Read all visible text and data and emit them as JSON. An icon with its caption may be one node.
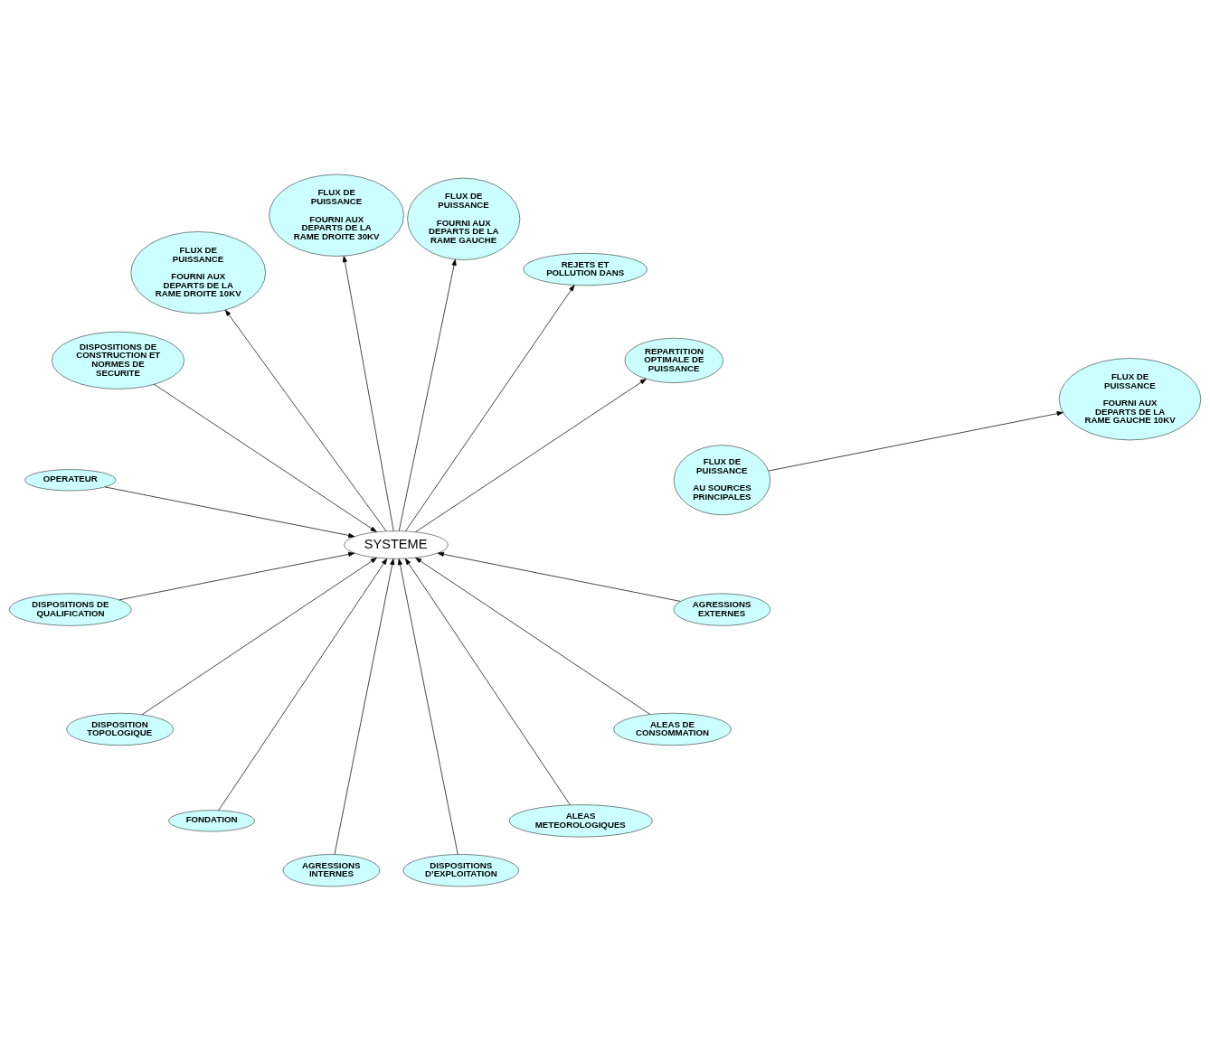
{
  "diagram": {
    "nodes": [
      {
        "text": [
          "DISPOSITIONS DE CONSTRUCTION ET NORMES DE SECURITE"
        ]
      },
      {
        "text": [
          "OPERATEUR"
        ]
      },
      {
        "text": [
          "DISPOSITIONS DE QUALIFICATION"
        ]
      },
      {
        "text": [
          "FLUX DE PUISSANCE",
          "AU SOURCES PRINCIPALES"
        ]
      },
      {
        "text": [
          "DISPOSITION TOPOLOGIQUE"
        ]
      },
      {
        "text": [
          "REPARTITION OPTIMALE DE PUISSANCE"
        ]
      },
      {
        "text": [
          "FONDATION"
        ]
      },
      {
        "text": [
          "FLUX DE PUISSANCE",
          "FOURNI AUX DEPARTS DE LA RAME GAUCHE 10KV"
        ]
      },
      {
        "text": [
          "AGRESSIONS INTERNES"
        ]
      },
      {
        "text": [
          "SYSTEME"
        ]
      },
      {
        "text": [
          "DISPOSITIONS D’EXPLOITATION"
        ]
      },
      {
        "text": [
          "ALEAS METEOROLOGIQUES"
        ]
      },
      {
        "text": [
          "ALEAS DE CONSOMMATION"
        ]
      },
      {
        "text": [
          "REJETS ET POLLUTION DANS"
        ]
      },
      {
        "text": [
          "AGRESSIONS EXTERNES"
        ]
      },
      {
        "text": [
          "FLUX DE PUISSANCE",
          "FOURNI AUX DEPARTS DE LA RAME GAUCHE"
        ]
      },
      {
        "text": [
          "FLUX DE PUISSANCE",
          "FOURNI AUX DEPARTS DE LA RAME DROITE 30KV"
        ]
      },
      {
        "text": [
          "FLUX DE PUISSANCE",
          "FOURNI AUX DEPARTS DE LA RAME DROITE 10KV"
        ]
      }
    ],
    "edges": [
      {
        "from": 1,
        "to": 9,
        "arrow": "to"
      },
      {
        "from": 4,
        "to": 9,
        "arrow": "to"
      },
      {
        "from": 0,
        "to": 9,
        "arrow": "to"
      },
      {
        "from": 2,
        "to": 9,
        "arrow": "to"
      },
      {
        "from": 9,
        "to": 5,
        "arrow": "to"
      },
      {
        "from": 3,
        "to": 7,
        "arrow": "to"
      },
      {
        "from": 6,
        "to": 9,
        "arrow": "to"
      },
      {
        "from": 8,
        "to": 9,
        "arrow": "to"
      },
      {
        "from": 11,
        "to": 9,
        "arrow": "to"
      },
      {
        "from": 14,
        "to": 9,
        "arrow": "to"
      },
      {
        "from": 10,
        "to": 9,
        "arrow": "to"
      },
      {
        "from": 12,
        "to": 9,
        "arrow": "to"
      },
      {
        "from": 9,
        "to": 13,
        "arrow": "to"
      },
      {
        "from": 9,
        "to": 16,
        "arrow": "to"
      },
      {
        "from": 9,
        "to": 17,
        "arrow": "to"
      },
      {
        "from": 9,
        "to": 15,
        "arrow": "to"
      }
    ]
  }
}
